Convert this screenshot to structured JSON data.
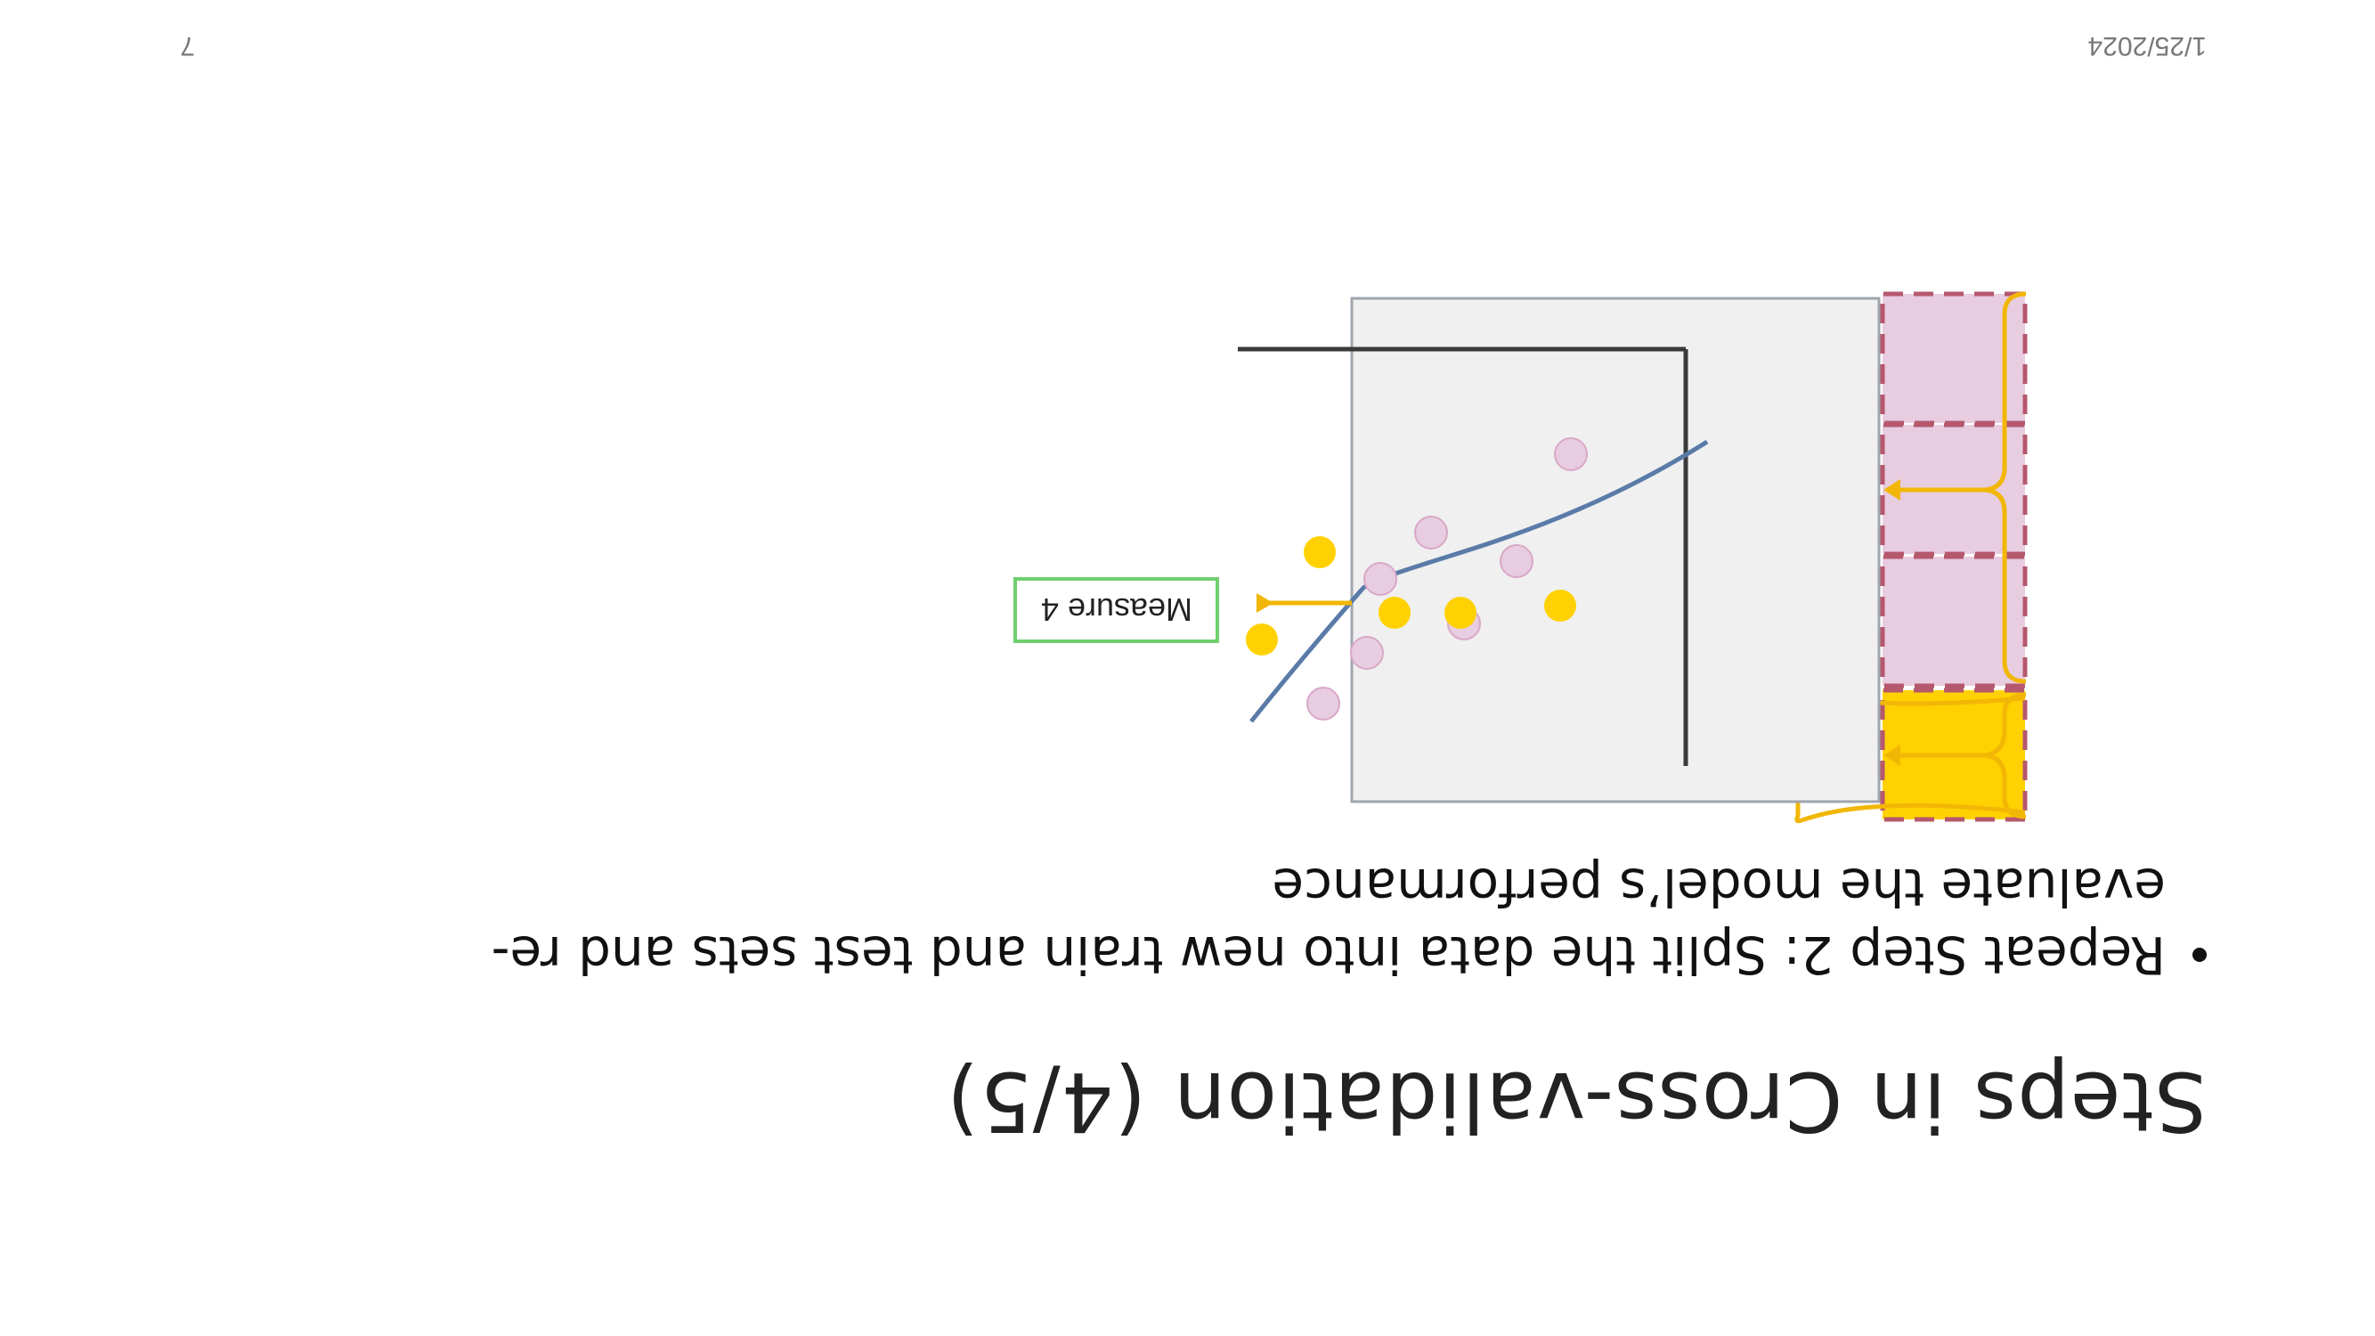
{
  "slide": {
    "title": "Steps in Cross-validation (4/5)",
    "bullet": "Repeat Step 2: Split the data into new train and test sets and re-evaluate the model’s performance",
    "measure_label": "Measure 4",
    "footer_date": "1/25/2024",
    "page_number": "7"
  },
  "colors": {
    "test_fold": "#FFD100",
    "train_fold": "#E8CCE0",
    "fold_border": "#B5586E",
    "arrow": "#F2B705",
    "plot_bg": "#F0F0F0",
    "curve": "#5A7BA8",
    "measure_border": "#6FCF6F"
  }
}
